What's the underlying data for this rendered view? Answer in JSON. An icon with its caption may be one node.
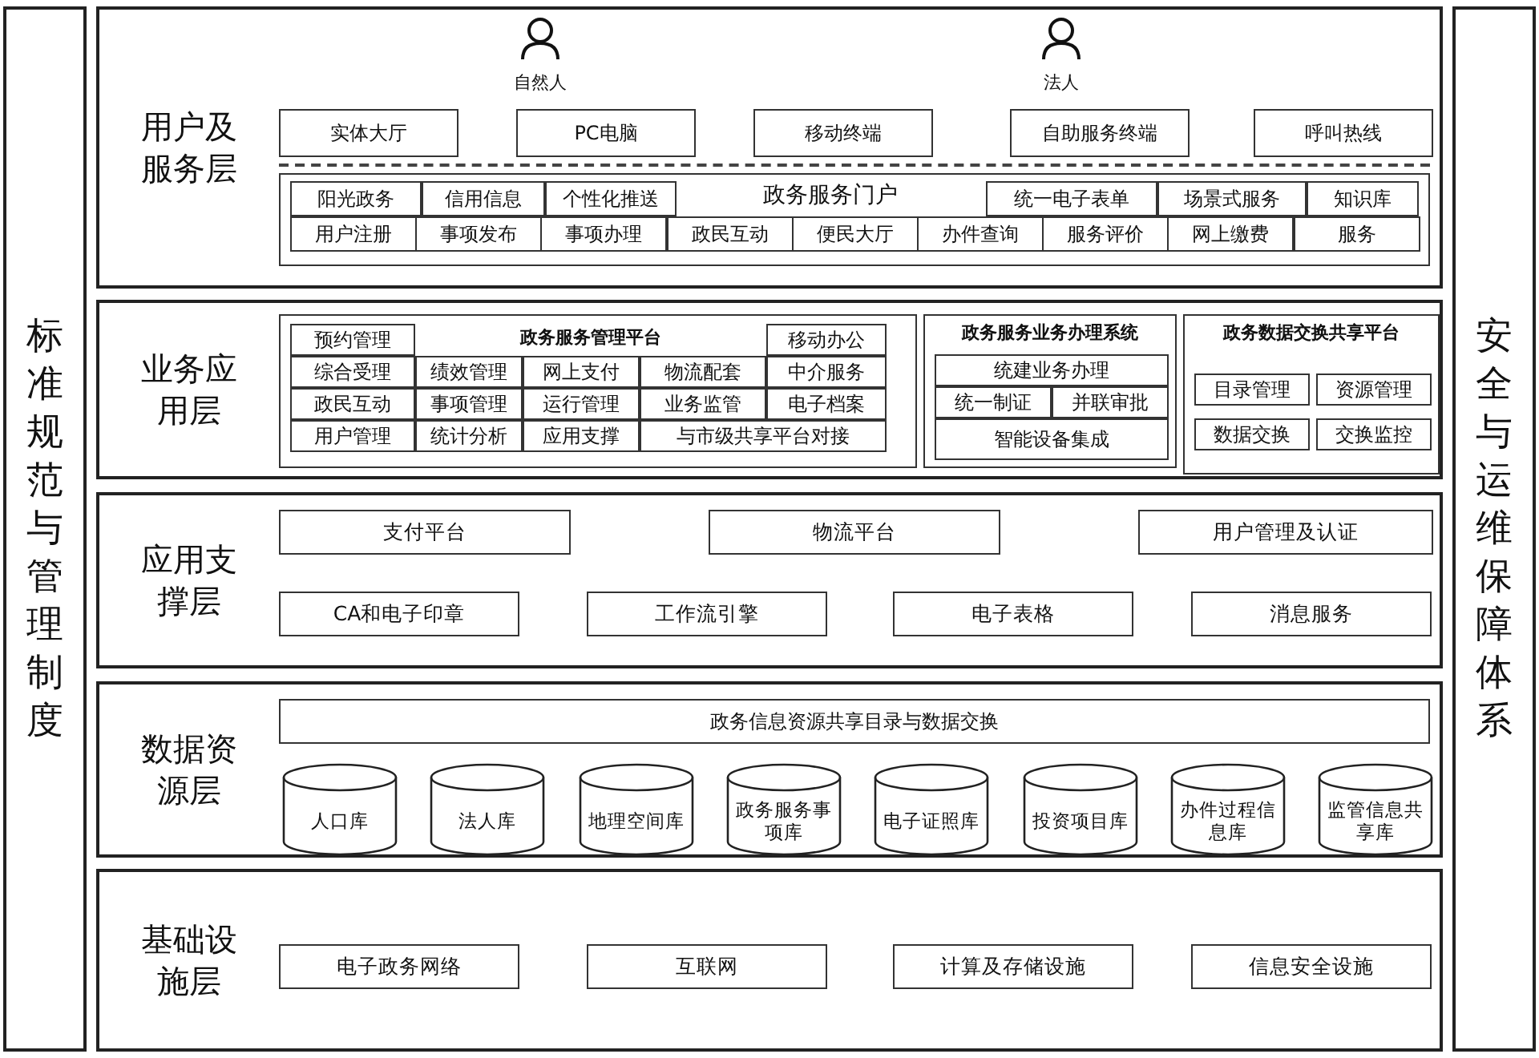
{
  "diagram": {
    "nodes": [
      {
        "text": [
          "标准规范与管理制度"
        ]
      },
      {
        "text": [
          "安全与运维保障体系"
        ]
      },
      {
        "text": [
          "用户及服务层"
        ]
      },
      {
        "text": [
          "自然人"
        ],
        "in": 2
      },
      {
        "text": [
          "法人"
        ],
        "in": 2
      },
      {
        "text": [
          "实体大厅"
        ],
        "in": 2
      },
      {
        "text": [
          "PC电脑"
        ],
        "in": 2
      },
      {
        "text": [
          "移动终端"
        ],
        "in": 2
      },
      {
        "text": [
          "自助服务终端"
        ],
        "in": 2
      },
      {
        "text": [
          "呼叫热线"
        ],
        "in": 2
      },
      {
        "text": [
          "政务服务门户"
        ],
        "in": 2
      },
      {
        "text": [
          "阳光政务"
        ],
        "in": 10
      },
      {
        "text": [
          "信用信息"
        ],
        "in": 10
      },
      {
        "text": [
          "个性化推送"
        ],
        "in": 10
      },
      {
        "text": [
          "统一电子表单"
        ],
        "in": 10
      },
      {
        "text": [
          "场景式服务"
        ],
        "in": 10
      },
      {
        "text": [
          "知识库"
        ],
        "in": 10
      },
      {
        "text": [
          "用户注册"
        ],
        "in": 10
      },
      {
        "text": [
          "事项发布"
        ],
        "in": 10
      },
      {
        "text": [
          "事项办理"
        ],
        "in": 10
      },
      {
        "text": [
          "政民互动"
        ],
        "in": 10
      },
      {
        "text": [
          "便民大厅"
        ],
        "in": 10
      },
      {
        "text": [
          "办件查询"
        ],
        "in": 10
      },
      {
        "text": [
          "服务评价"
        ],
        "in": 10
      },
      {
        "text": [
          "网上缴费"
        ],
        "in": 10
      },
      {
        "text": [
          "服务"
        ],
        "in": 10
      },
      {
        "text": [
          "业务应用层"
        ]
      },
      {
        "text": [
          "政务服务管理平台"
        ],
        "in": 26
      },
      {
        "text": [
          "预约管理"
        ],
        "in": 27
      },
      {
        "text": [
          "移动办公"
        ],
        "in": 27
      },
      {
        "text": [
          "综合受理"
        ],
        "in": 27
      },
      {
        "text": [
          "绩效管理"
        ],
        "in": 27
      },
      {
        "text": [
          "网上支付"
        ],
        "in": 27
      },
      {
        "text": [
          "物流配套"
        ],
        "in": 27
      },
      {
        "text": [
          "中介服务"
        ],
        "in": 27
      },
      {
        "text": [
          "政民互动"
        ],
        "in": 27
      },
      {
        "text": [
          "事项管理"
        ],
        "in": 27
      },
      {
        "text": [
          "运行管理"
        ],
        "in": 27
      },
      {
        "text": [
          "业务监管"
        ],
        "in": 27
      },
      {
        "text": [
          "电子档案"
        ],
        "in": 27
      },
      {
        "text": [
          "用户管理"
        ],
        "in": 27
      },
      {
        "text": [
          "统计分析"
        ],
        "in": 27
      },
      {
        "text": [
          "应用支撑"
        ],
        "in": 27
      },
      {
        "text": [
          "与市级共享平台对接"
        ],
        "in": 27
      },
      {
        "text": [
          "政务服务业务办理系统"
        ],
        "in": 26
      },
      {
        "text": [
          "统建业务办理"
        ],
        "in": 44
      },
      {
        "text": [
          "统一制证"
        ],
        "in": 44
      },
      {
        "text": [
          "并联审批"
        ],
        "in": 44
      },
      {
        "text": [
          "智能设备集成"
        ],
        "in": 44
      },
      {
        "text": [
          "政务数据交换共享平台"
        ],
        "in": 26
      },
      {
        "text": [
          "目录管理"
        ],
        "in": 49
      },
      {
        "text": [
          "资源管理"
        ],
        "in": 49
      },
      {
        "text": [
          "数据交换"
        ],
        "in": 49
      },
      {
        "text": [
          "交换监控"
        ],
        "in": 49
      },
      {
        "text": [
          "应用支撑层"
        ]
      },
      {
        "text": [
          "支付平台"
        ],
        "in": 54
      },
      {
        "text": [
          "物流平台"
        ],
        "in": 54
      },
      {
        "text": [
          "用户管理及认证"
        ],
        "in": 54
      },
      {
        "text": [
          "CA和电子印章"
        ],
        "in": 54
      },
      {
        "text": [
          "工作流引擎"
        ],
        "in": 54
      },
      {
        "text": [
          "电子表格"
        ],
        "in": 54
      },
      {
        "text": [
          "消息服务"
        ],
        "in": 54
      },
      {
        "text": [
          "数据资源层"
        ]
      },
      {
        "text": [
          "政务信息资源共享目录与数据交换"
        ],
        "in": 62
      },
      {
        "text": [
          "人口库"
        ],
        "in": 62
      },
      {
        "text": [
          "法人库"
        ],
        "in": 62
      },
      {
        "text": [
          "地理空间库"
        ],
        "in": 62
      },
      {
        "text": [
          "政务服务事项库"
        ],
        "in": 62
      },
      {
        "text": [
          "电子证照库"
        ],
        "in": 62
      },
      {
        "text": [
          "投资项目库"
        ],
        "in": 62
      },
      {
        "text": [
          "办件过程信息库"
        ],
        "in": 62
      },
      {
        "text": [
          "监管信息共享库"
        ],
        "in": 62
      },
      {
        "text": [
          "基础设施层"
        ]
      },
      {
        "text": [
          "电子政务网络"
        ],
        "in": 72
      },
      {
        "text": [
          "互联网"
        ],
        "in": 72
      },
      {
        "text": [
          "计算及存储设施"
        ],
        "in": 72
      },
      {
        "text": [
          "信息安全设施"
        ],
        "in": 72
      }
    ]
  }
}
